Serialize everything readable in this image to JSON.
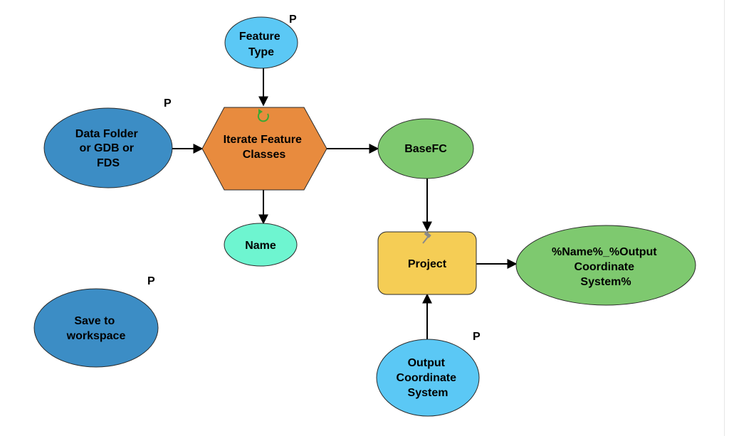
{
  "diagram": {
    "nodes": {
      "feature_type": {
        "lines": [
          "Feature",
          "Type"
        ],
        "param": "P",
        "color": "#5bc8f5"
      },
      "data_folder": {
        "lines": [
          "Data Folder",
          "or GDB or",
          "FDS"
        ],
        "param": "P",
        "color": "#3c8dc5"
      },
      "iterate": {
        "lines": [
          "Iterate Feature",
          "Classes"
        ],
        "color": "#e88b3e"
      },
      "basefc": {
        "lines": [
          "BaseFC"
        ],
        "color": "#7ec96f"
      },
      "name": {
        "lines": [
          "Name"
        ],
        "color": "#6ef5d0"
      },
      "project": {
        "lines": [
          "Project"
        ],
        "color": "#f5cd55"
      },
      "output_name": {
        "lines": [
          "%Name%_%Output",
          "Coordinate",
          "System%"
        ],
        "color": "#7ec96f"
      },
      "save_ws": {
        "lines": [
          "Save to",
          "workspace"
        ],
        "param": "P",
        "color": "#3c8dc5"
      },
      "out_cs": {
        "lines": [
          "Output",
          "Coordinate",
          "System"
        ],
        "param": "P",
        "color": "#5bc8f5"
      }
    },
    "edges": [
      {
        "from": "feature_type",
        "to": "iterate"
      },
      {
        "from": "data_folder",
        "to": "iterate"
      },
      {
        "from": "iterate",
        "to": "basefc"
      },
      {
        "from": "iterate",
        "to": "name"
      },
      {
        "from": "basefc",
        "to": "project"
      },
      {
        "from": "project",
        "to": "output_name"
      },
      {
        "from": "out_cs",
        "to": "project"
      }
    ],
    "colors": {
      "iterator_icon": "#3aa832",
      "tool_icon": "#8a8a8a"
    }
  }
}
